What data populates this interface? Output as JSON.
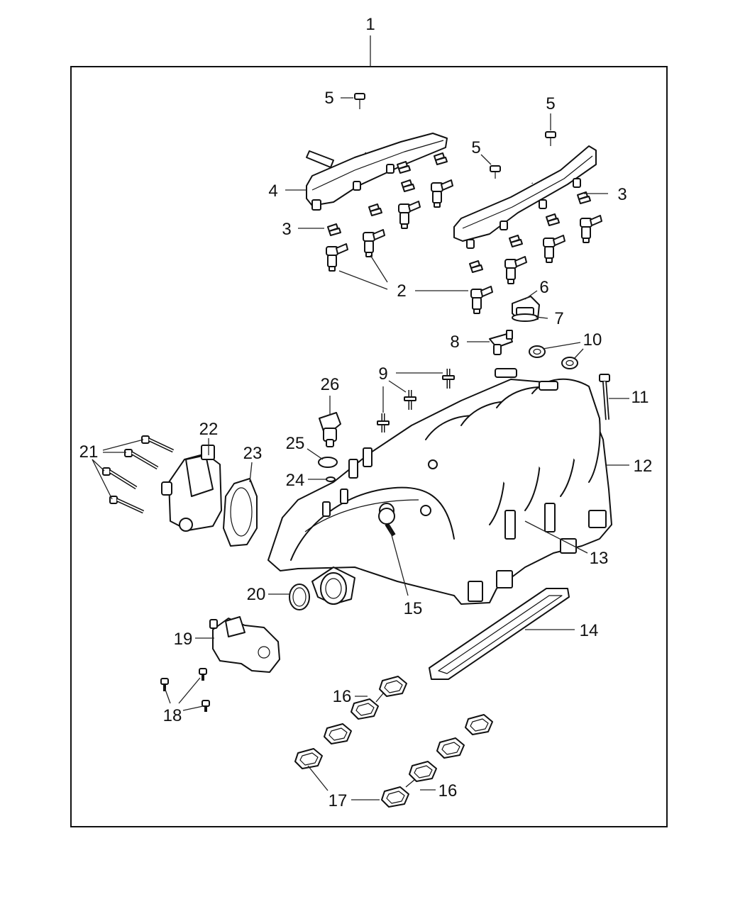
{
  "diagram": {
    "assembly_label": "1",
    "callouts": [
      {
        "id": "c1",
        "label": "1"
      },
      {
        "id": "c2",
        "label": "2"
      },
      {
        "id": "c3a",
        "label": "3"
      },
      {
        "id": "c3b",
        "label": "3"
      },
      {
        "id": "c4",
        "label": "4"
      },
      {
        "id": "c5a",
        "label": "5"
      },
      {
        "id": "c5b",
        "label": "5"
      },
      {
        "id": "c5c",
        "label": "5"
      },
      {
        "id": "c6",
        "label": "6"
      },
      {
        "id": "c7",
        "label": "7"
      },
      {
        "id": "c8",
        "label": "8"
      },
      {
        "id": "c9",
        "label": "9"
      },
      {
        "id": "c10",
        "label": "10"
      },
      {
        "id": "c11",
        "label": "11"
      },
      {
        "id": "c12",
        "label": "12"
      },
      {
        "id": "c13",
        "label": "13"
      },
      {
        "id": "c14",
        "label": "14"
      },
      {
        "id": "c15",
        "label": "15"
      },
      {
        "id": "c16a",
        "label": "16"
      },
      {
        "id": "c16b",
        "label": "16"
      },
      {
        "id": "c17",
        "label": "17"
      },
      {
        "id": "c18",
        "label": "18"
      },
      {
        "id": "c19",
        "label": "19"
      },
      {
        "id": "c20",
        "label": "20"
      },
      {
        "id": "c21",
        "label": "21"
      },
      {
        "id": "c22",
        "label": "22"
      },
      {
        "id": "c23",
        "label": "23"
      },
      {
        "id": "c24",
        "label": "24"
      },
      {
        "id": "c25",
        "label": "25"
      },
      {
        "id": "c26",
        "label": "26"
      }
    ]
  }
}
